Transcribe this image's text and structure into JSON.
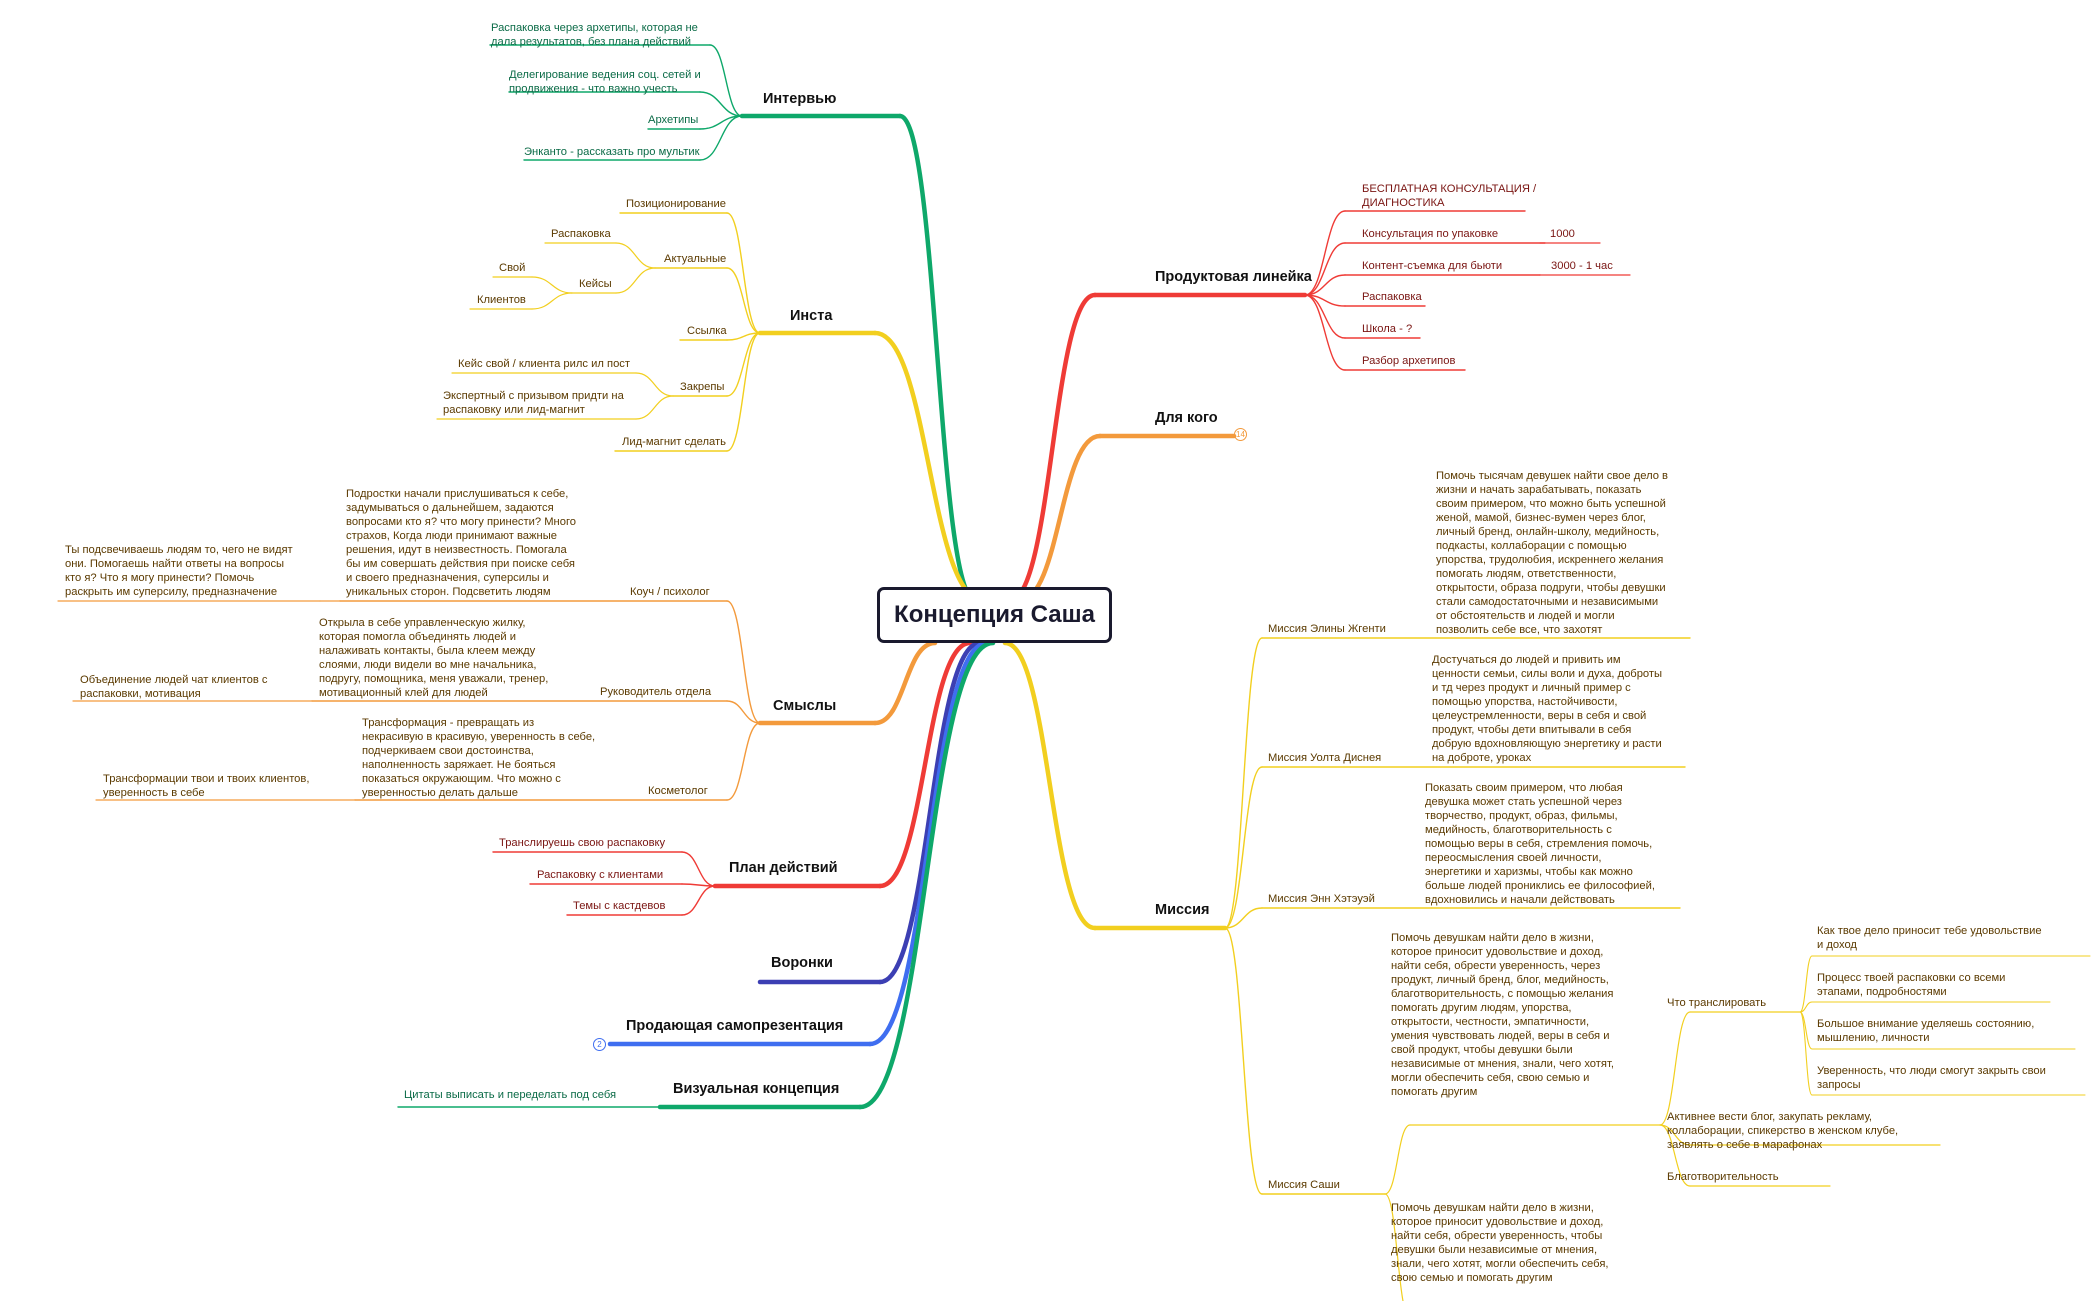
{
  "root": "Концепция Саша",
  "colors": {
    "green": "#0ea86a",
    "yellow": "#f2cf1f",
    "orange": "#f39a3c",
    "red": "#ef3b36",
    "navy": "#3c3fb3",
    "blue": "#3f6ef0",
    "textGreen": "#0b6b47",
    "textBrown": "#5b3a00",
    "textRed": "#7a1512"
  },
  "branches": {
    "interview": {
      "title": "Интервью",
      "items": [
        "Распаковка через архетипы, которая не\nдала результатов, без плана действий",
        "Делегирование ведения соц. сетей и\nпродвижения - что важно учесть",
        "Архетипы",
        "Энканто - рассказать про мультик"
      ]
    },
    "insta": {
      "title": "Инста",
      "positioning": "Позиционирование",
      "actual": "Актуальные",
      "unpacking": "Распаковка",
      "cases": "Кейсы",
      "own": "Свой",
      "clients": "Клиентов",
      "link": "Ссылка",
      "pins": "Закрепы",
      "pin1": "Кейс свой / клиента рилс ил пост",
      "pin2": "Экспертный  с призывом придти на\nраспаковку или лид-магнит",
      "leadmagnet": "Лид-магнит сделать"
    },
    "meanings": {
      "title": "Смыслы",
      "coach": "Коуч / психолог",
      "coachText": "Подростки начали прислушиваться к себе,\nзадумываться о дальнейшем, задаются\nвопросами кто я? что могу принести? Много\nстрахов, Когда люди принимают важные\nрешения, идут в неизвестность. Помогала\nбы им совершать действия при поиске себя\nи своего предназначения, суперсилы и\nуникальных сторон. Подсветить людям",
      "coachLeft": "Ты подсвечиваешь людям то, чего не видят\nони. Помогаешь найти ответы на вопросы\nкто я? Что я могу принести? Помочь\nраскрыть им суперсилу, предназначение",
      "head": "Руководитель отдела",
      "headText": "Открыла в себе управленческую жилку,\nкоторая помогла объединять людей и\nналаживать контакты, была клеем между\nслоями, люди видели во мне начальника,\nподругу, помощника, меня уважали, тренер,\nмотивационный клей для людей",
      "headLeft": "Объединение людей чат клиентов с\nраспаковки, мотивация",
      "cosmo": "Косметолог",
      "cosmoText": "Трансформация - превращать из\nнекрасивую в красивую, уверенность в себе,\nподчеркиваем свои достоинства,\nнаполненность заряжает. Не бояться\nпоказаться окружающим. Что можно с\nуверенностью делать дальше",
      "cosmoLeft": "Трансформации твои и твоих клиентов,\nуверенность в себе"
    },
    "plan": {
      "title": "План действий",
      "items": [
        "Транслируешь свою распаковку",
        "Распаковку с клиентами",
        "Темы с кастдевов"
      ]
    },
    "funnels": {
      "title": "Воронки"
    },
    "selfpres": {
      "title": "Продающая самопрезентация",
      "badge": "2"
    },
    "visual": {
      "title": "Визуальная концепция",
      "item": "Цитаты выписать и переделать под себя"
    },
    "products": {
      "title": "Продуктовая линейка",
      "free": "БЕСПЛАТНАЯ КОНСУЛЬТАЦИЯ /\nДИАГНОСТИКА",
      "consult": "Консультация по упаковке",
      "consultPrice": "1000",
      "shoot": "Контент-съемка для бьюти",
      "shootPrice": "3000 - 1 час",
      "unpack": "Распаковка",
      "school": "Школа - ?",
      "arch": "Разбор архетипов"
    },
    "forwhom": {
      "title": "Для кого",
      "badge": "14"
    },
    "mission": {
      "title": "Миссия",
      "elina": "Миссия Элины Жгенти",
      "elinaText": "Помочь тысячам девушек найти свое дело в\nжизни и начать зарабатывать, показать\nсвоим примером, что можно быть успешной\nженой, мамой,  бизнес-вумен через блог,\nличный бренд, онлайн-школу, медийность,\nподкасты, коллаборации с помощью\nупорства, трудолюбия, искреннего желания\nпомогать людям, ответственности,\nоткрытости, образа подруги, чтобы девушки\nстали самодостаточными и независимыми\nот обстоятельств и людей и могли\nпозволить себе все, что захотят",
      "walt": "Миссия Уолта Диснея",
      "waltText": "Достучаться до людей и привить им\nценности семьи, силы воли и духа, доброты\nи тд через продукт и личный пример с\nпомощью упорства, настойчивости,\nцелеустремленности, веры в себя и свой\nпродукт, чтобы дети впитывали в себя\nдобрую вдохновляющую энергетику и расти\nна доброте, уроках",
      "ann": "Миссия Энн Хэтэуэй",
      "annText": "Показать своим примером, что любая\nдевушка может стать успешной через\nтворчество, продукт, образ, фильмы,\nмедийность, благотворительность с\nпомощью веры в себя, стремления помочь,\nпереосмысления своей личности,\nэнергетики и харизмы, чтобы как можно\nбольше людей прониклись ее философией,\nвдохновились и начали действовать",
      "sasha": "Миссия Саши",
      "sashaText1": "Помочь девушкам найти дело в жизни,\nкоторое приносит удовольствие и доход,\nнайти себя, обрести уверенность, через\nпродукт, личный бренд, блог, медийность,\nблаготворительность, с помощью желания\nпомогать другим людям, упорства,\nоткрытости, честности, эмпатичности,\nумения чувствовать людей, веры в себя и\nсвой продукт,  чтобы девушки были\nнезависимые от мнения, знали, чего хотят,\nмогли обеспечить себя, свою семью и\nпомогать другим",
      "translate": "Что транслировать",
      "tr1": "Как твое дело приносит тебе удовольствие\nи доход",
      "tr2": "Процесс твоей распаковки со всеми\nэтапами, подробностями",
      "tr3": "Большое внимание уделяешь состоянию,\nмышлению, личности",
      "tr4": "Уверенность, что люди смогут закрыть свои\nзапросы",
      "active": "Активнее вести блог, закупать рекламу,\nколлаборации, спикерство в женском клубе,\nзаявлять о себе в марафонах",
      "charity": "Благотворительность",
      "sashaText2": "Помочь девушкам найти дело в жизни,\nкоторое приносит удовольствие и доход,\nнайти себя, обрести уверенность, чтобы\nдевушки были независимые от мнения,\nзнали, чего хотят, могли обеспечить себя,\nсвою семью и помогать другим"
    }
  }
}
